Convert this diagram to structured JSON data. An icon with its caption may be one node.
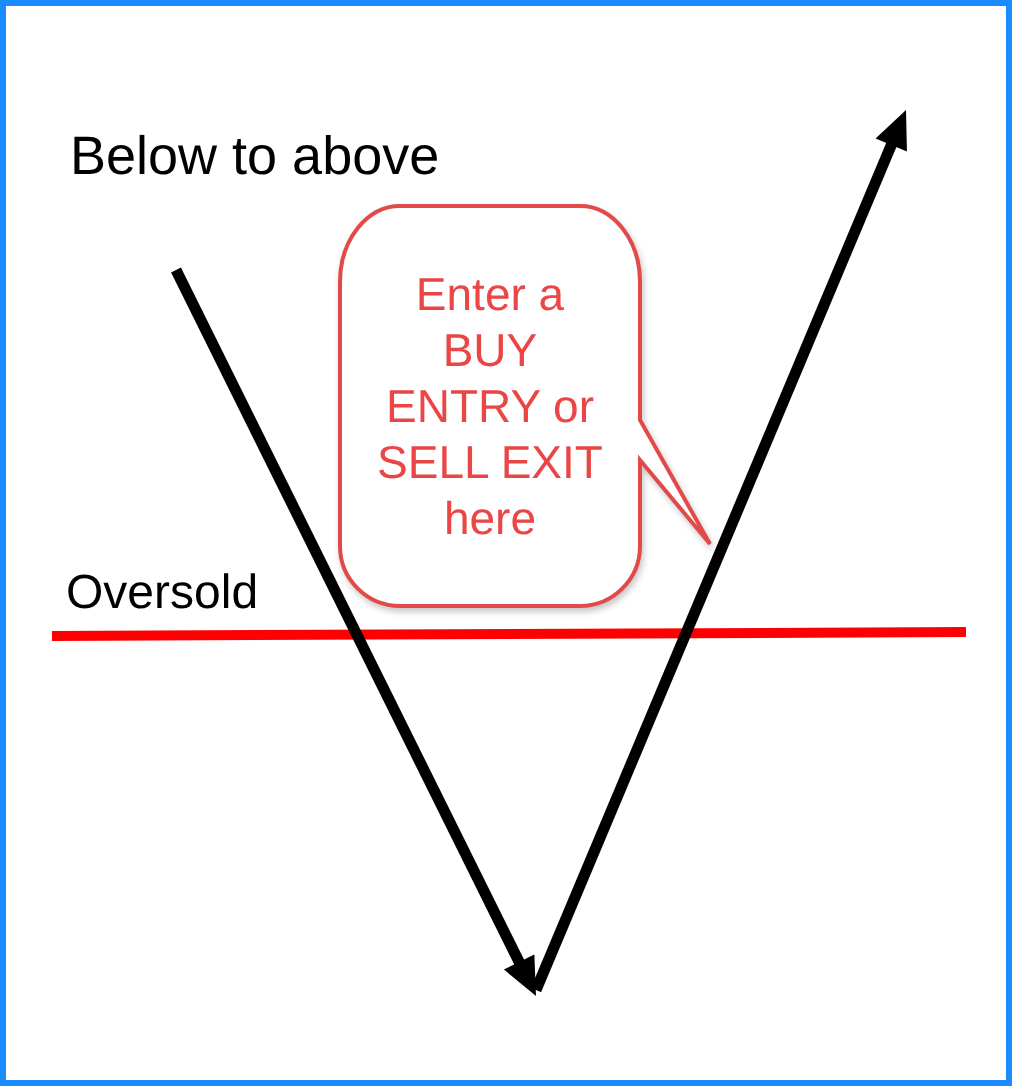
{
  "diagram": {
    "nodes": [
      {
        "text": [
          "Enter a BUY ENTRY or SELL EXIT here"
        ]
      }
    ],
    "labels": [
      "Below to above",
      "Oversold"
    ]
  }
}
